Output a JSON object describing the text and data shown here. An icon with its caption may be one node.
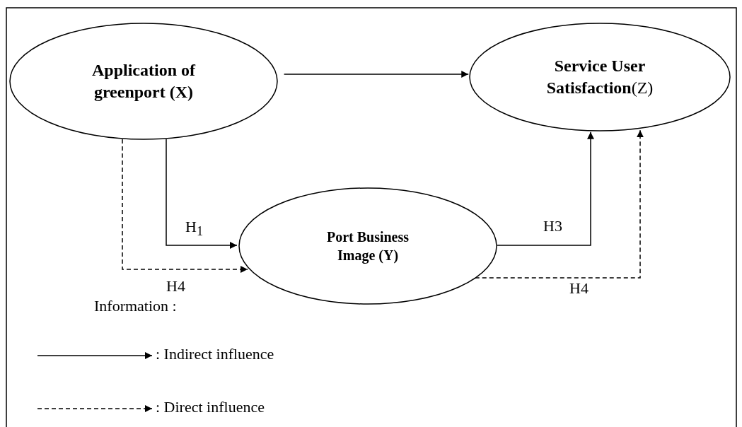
{
  "diagram": {
    "nodes": [
      {
        "text": [
          "Application of greenport (X)"
        ]
      },
      {
        "text": [
          "**Service User Satisfaction**(Z)"
        ]
      },
      {
        "text": [
          "Port Business Image (Y)"
        ]
      }
    ],
    "edges": [
      {
        "from": 0,
        "to": 1,
        "arrow": "to"
      },
      {
        "from": 0,
        "to": 2,
        "arrow": "to",
        "label": "H$_{1}$"
      },
      {
        "from": 0,
        "to": 2,
        "arrow": "to",
        "label": "H4",
        "style": "dashed"
      },
      {
        "from": 2,
        "to": 1,
        "arrow": "to",
        "label": "H3"
      },
      {
        "from": 2,
        "to": 1,
        "arrow": "to",
        "label": "H4",
        "style": "dashed"
      }
    ],
    "labels": [
      "Information :"
    ],
    "legend": [
      {
        "text": ": Indirect influence"
      },
      {
        "text": ": Direct influence"
      }
    ]
  }
}
